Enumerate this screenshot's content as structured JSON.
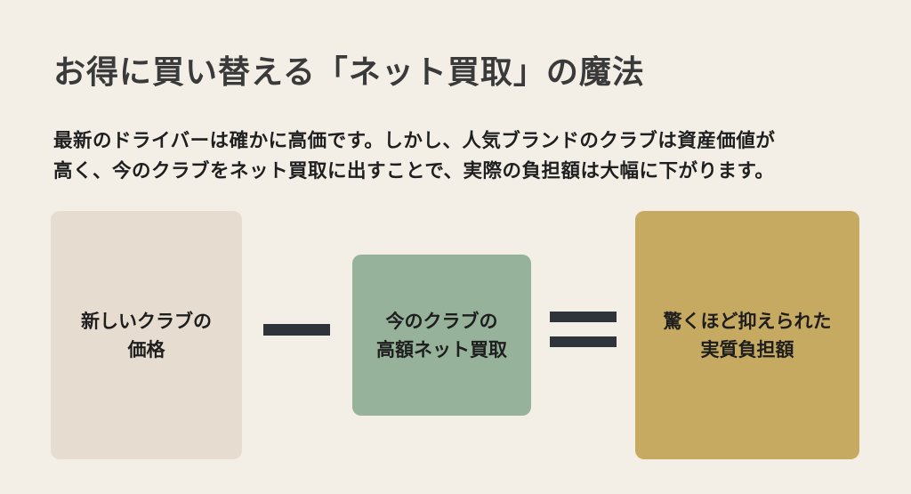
{
  "header": {
    "title": "お得に買い替える「ネット買取」の魔法"
  },
  "description": {
    "lines": [
      "最新のドライバーは確かに高価です。しかし、人気ブランドのクラブは資産価値が",
      "高く、今のクラブをネット買取に出すことで、実際の負担額は大幅に下がります。"
    ]
  },
  "equation": {
    "terms": [
      {
        "lines": [
          "新しいクラブの",
          "価格"
        ],
        "color": "#e6ddd0"
      },
      {
        "lines": [
          "今のクラブの",
          "高額ネット買取"
        ],
        "color": "#96b29a"
      },
      {
        "lines": [
          "驚くほど抑えられた",
          "実質負担額"
        ],
        "color": "#c7aa62"
      }
    ],
    "operators": [
      {
        "symbol": "minus-icon",
        "color": "#2f343a"
      },
      {
        "symbol": "equals-icon",
        "color": "#2f343a"
      }
    ]
  },
  "colors": {
    "background": "#f3efe7",
    "title_text": "#3a3a3a",
    "body_text": "#1f1f1f"
  }
}
